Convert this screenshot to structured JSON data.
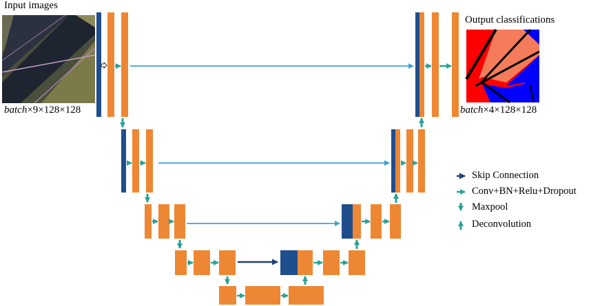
{
  "colors": {
    "orange": "#ee8733",
    "blue": "#1f4e8c",
    "teal": "#2aa198",
    "cyan_arrow": "#3fa3cf",
    "skip_arrow": "#1f3f7a",
    "class_red": "#ff0000",
    "class_salmon": "#f57c5a",
    "class_blue": "#0000ff"
  },
  "labels": {
    "input_title": "Input images",
    "output_title": "Output classifications",
    "input_dims_prefix": "batch",
    "input_dims_suffix": "×9×128×128",
    "output_dims_prefix": "batch",
    "output_dims_suffix": "×4×128×128"
  },
  "legend": [
    {
      "icon": "skip-arrow-icon",
      "label": "Skip Connection"
    },
    {
      "icon": "conv-arrow-icon",
      "label": "Conv+BN+Relu+Dropout"
    },
    {
      "icon": "maxpool-arrow-icon",
      "label": "Maxpool"
    },
    {
      "icon": "deconv-arrow-icon",
      "label": "Deconvolution"
    }
  ]
}
